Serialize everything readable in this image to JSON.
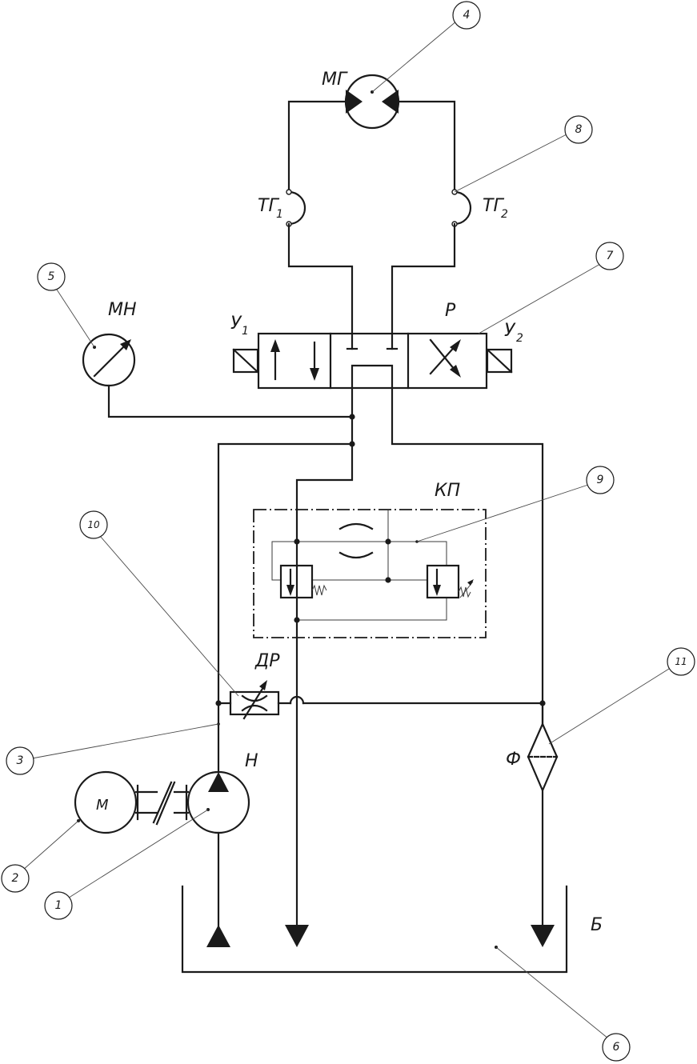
{
  "labels": {
    "motor_hydraulic": "МГ",
    "hose_1": "ТГ",
    "hose_1_sub": "1",
    "hose_2": "ТГ",
    "hose_2_sub": "2",
    "pressure_gauge": "МН",
    "distributor": "Р",
    "solenoid_1": "У",
    "solenoid_1_sub": "1",
    "solenoid_2": "У",
    "solenoid_2_sub": "2",
    "valve_block": "КП",
    "throttle": "ДР",
    "pump": "Н",
    "electric_motor": "М",
    "filter": "Ф",
    "tank": "Б"
  },
  "callouts": {
    "c1": "1",
    "c2": "2",
    "c3": "3",
    "c4": "4",
    "c5": "5",
    "c6": "6",
    "c7": "7",
    "c8": "8",
    "c9": "9",
    "c10": "10",
    "c11": "11"
  }
}
